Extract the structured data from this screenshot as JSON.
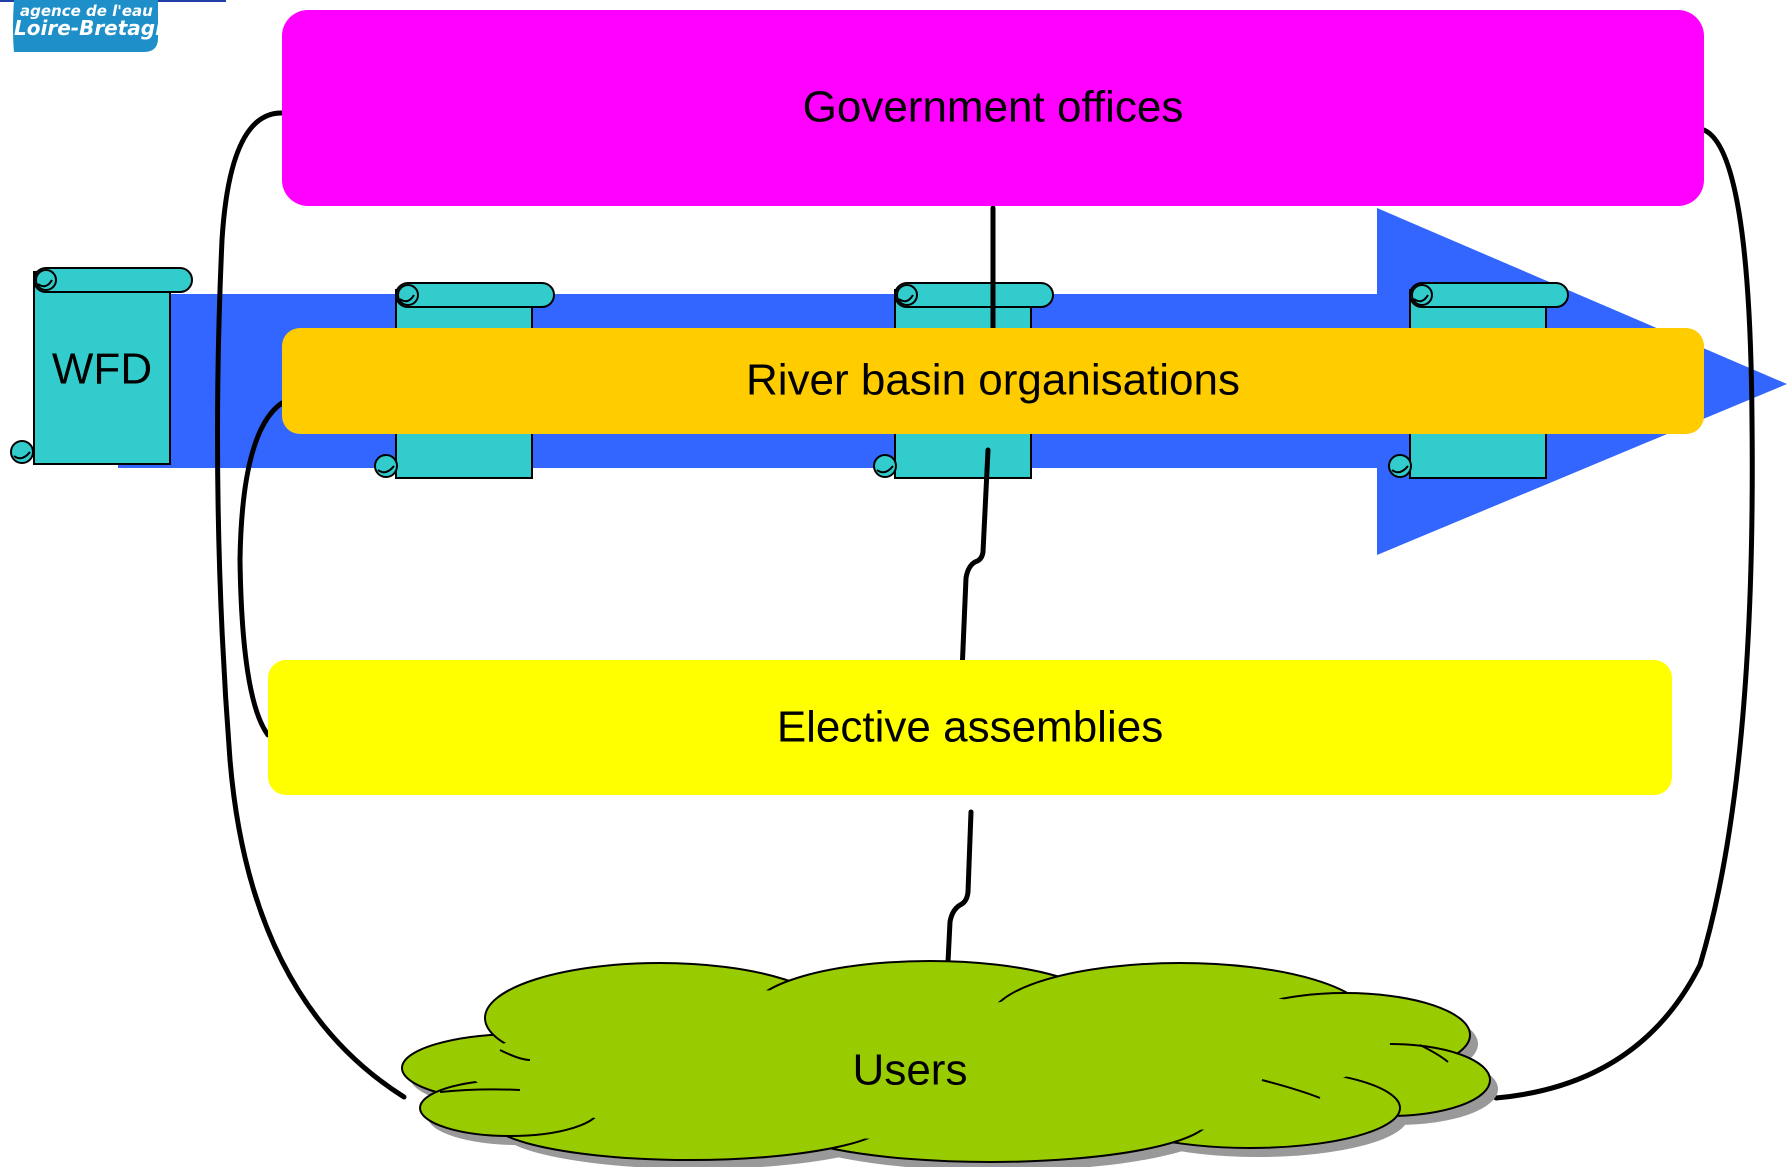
{
  "logo": {
    "line1": "agence de l'eau",
    "line2": "Loire-Bretagne"
  },
  "boxes": {
    "government_offices": "Government offices",
    "river_basin_organisations": "River basin organisations",
    "elective_assemblies": "Elective assemblies",
    "users": "Users"
  },
  "scrolls": {
    "wfd_label": "WFD"
  },
  "colors": {
    "government_offices": "#FF00FF",
    "river_basin_organisations": "#FFCC00",
    "elective_assemblies": "#FFFF00",
    "users_cloud": "#99CC00",
    "arrow": "#3366FF",
    "scroll": "#33CCCC",
    "logo": "#1E8FC8"
  }
}
